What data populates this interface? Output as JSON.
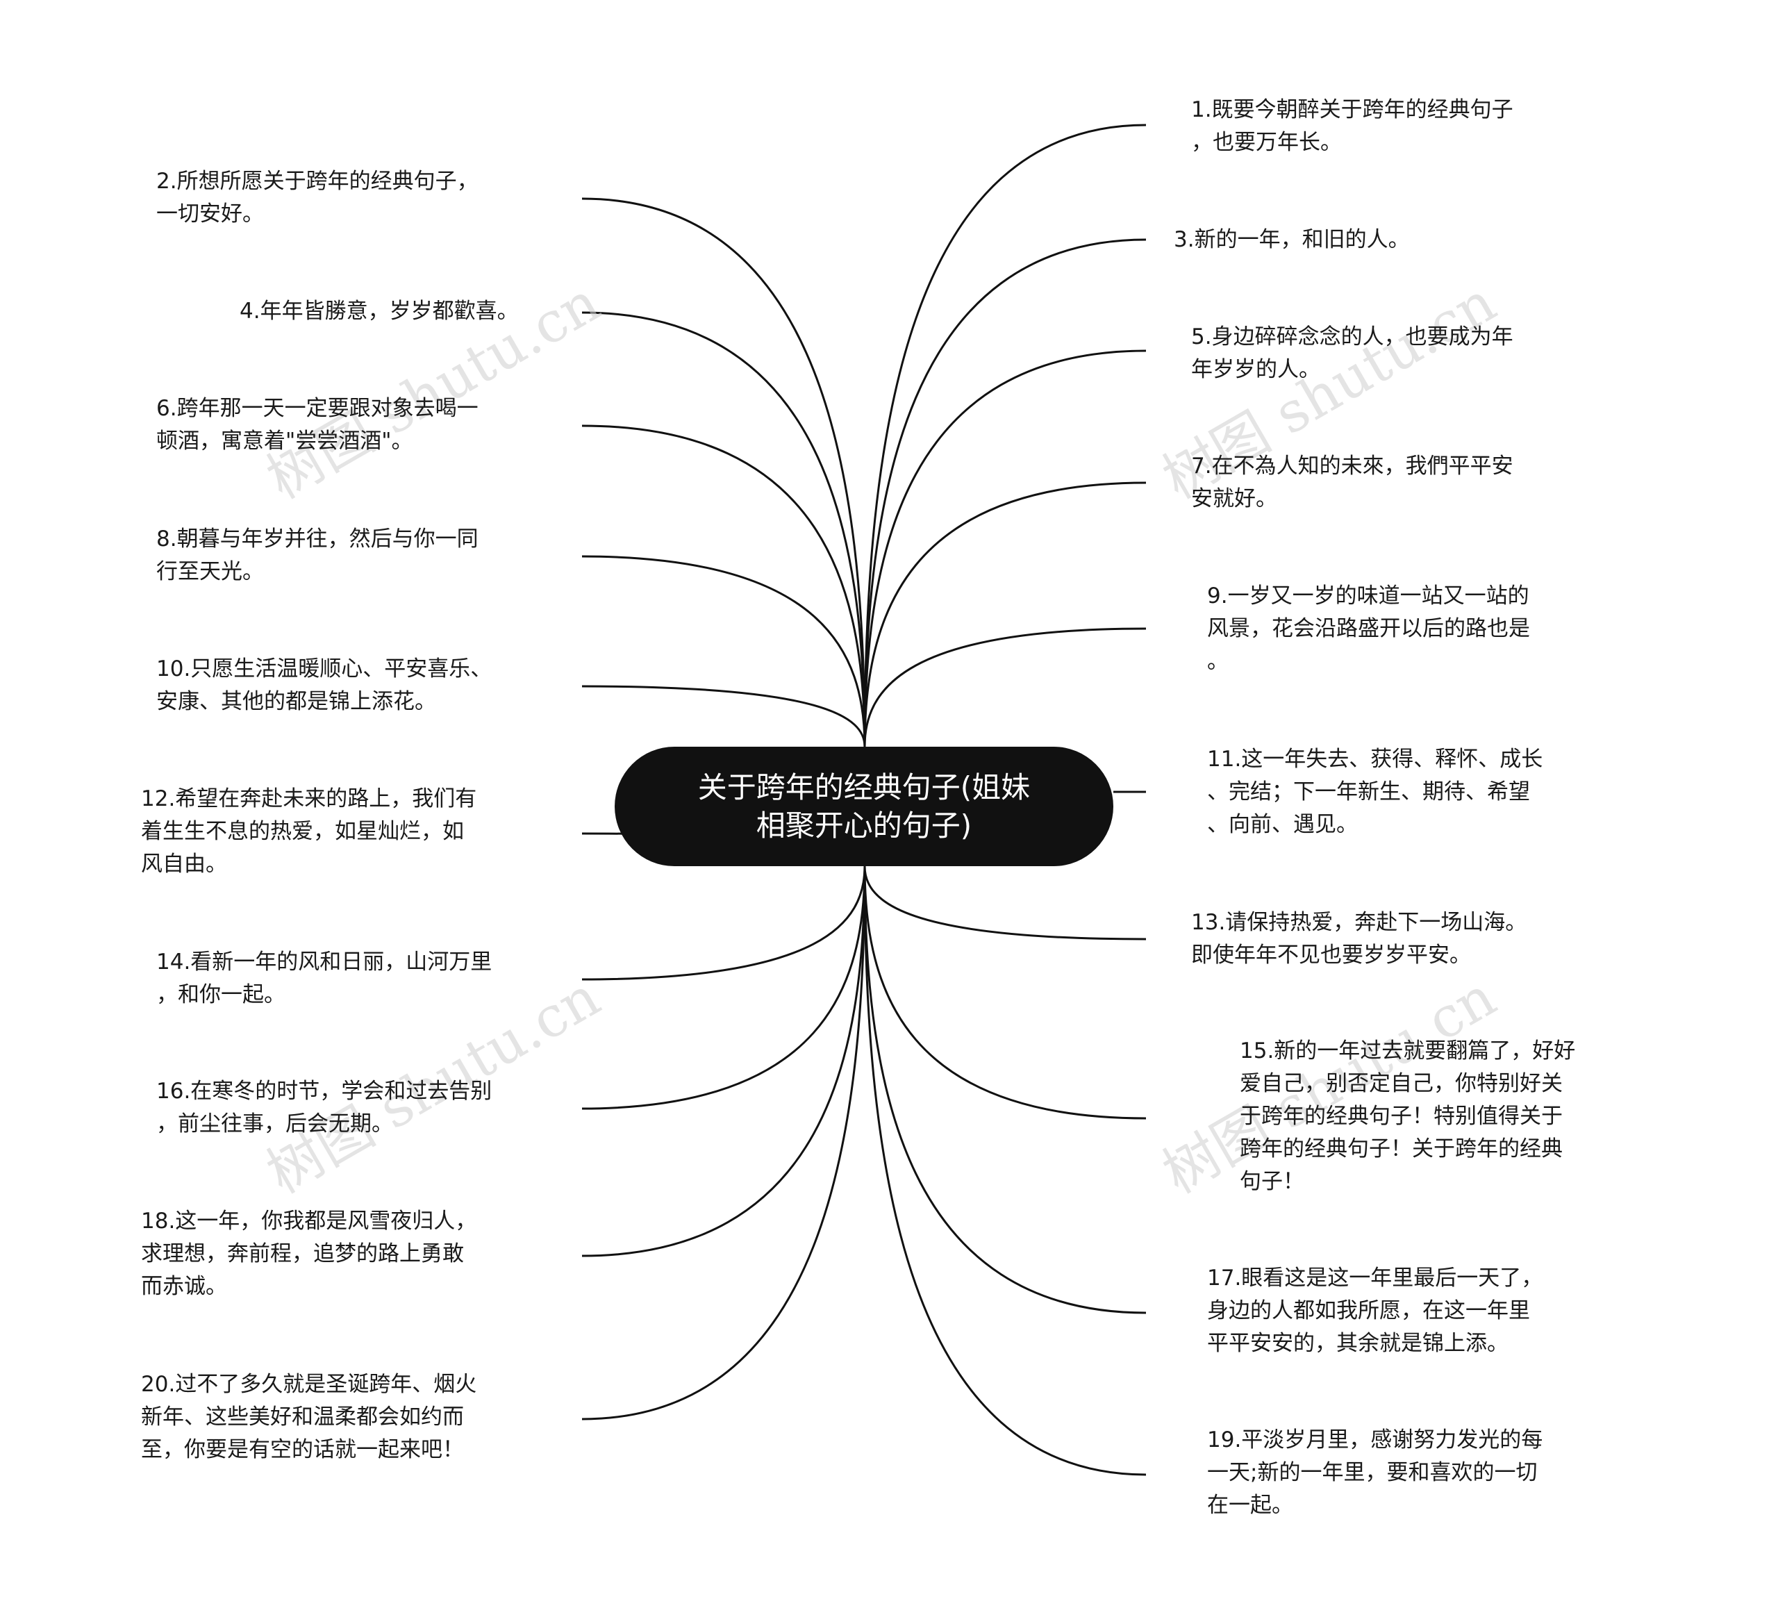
{
  "root": {
    "label": "关于跨年的经典句子(姐妹\n相聚开心的句子)"
  },
  "watermark": "树图 shutu.cn",
  "left_nodes": [
    {
      "text": "2.所想所愿关于跨年的经典句子，\n一切安好。"
    },
    {
      "text": "4.年年皆勝意，岁岁都歡喜。"
    },
    {
      "text": "6.跨年那一天一定要跟对象去喝一\n顿酒，寓意着\"尝尝酒酒\"。"
    },
    {
      "text": "8.朝暮与年岁并往，然后与你一同\n行至天光。"
    },
    {
      "text": "10.只愿生活温暖顺心、平安喜乐、\n安康、其他的都是锦上添花。"
    },
    {
      "text": "12.希望在奔赴未来的路上，我们有\n着生生不息的热爱，如星灿烂，如\n风自由。"
    },
    {
      "text": "14.看新一年的风和日丽，山河万里\n，和你一起。"
    },
    {
      "text": "16.在寒冬的时节，学会和过去告别\n，前尘往事，后会无期。"
    },
    {
      "text": "18.这一年，你我都是风雪夜归人，\n求理想，奔前程，追梦的路上勇敢\n而赤诚。"
    },
    {
      "text": "20.过不了多久就是圣诞跨年、烟火\n新年、这些美好和温柔都会如约而\n至，你要是有空的话就一起来吧！"
    }
  ],
  "right_nodes": [
    {
      "text": "1.既要今朝醉关于跨年的经典句子\n，也要万年长。"
    },
    {
      "text": "3.新的一年，和旧的人。"
    },
    {
      "text": "5.身边碎碎念念的人，也要成为年\n年岁岁的人。"
    },
    {
      "text": "7.在不為人知的未來，我們平平安\n安就好。"
    },
    {
      "text": "9.一岁又一岁的味道一站又一站的\n风景，花会沿路盛开以后的路也是\n。"
    },
    {
      "text": "11.这一年失去、获得、释怀、成长\n、完结；下一年新生、期待、希望\n、向前、遇见。"
    },
    {
      "text": "13.请保持热爱，奔赴下一场山海。\n即使年年不见也要岁岁平安。"
    },
    {
      "text": "15.新的一年过去就要翻篇了，好好\n爱自己，别否定自己，你特别好关\n于跨年的经典句子！特别值得关于\n跨年的经典句子！关于跨年的经典\n句子！"
    },
    {
      "text": "17.眼看这是这一年里最后一天了，\n身边的人都如我所愿，在这一年里\n平平安安的，其余就是锦上添。"
    },
    {
      "text": "19.平淡岁月里，感谢努力发光的每\n一天;新的一年里，要和喜欢的一切\n在一起。"
    }
  ]
}
